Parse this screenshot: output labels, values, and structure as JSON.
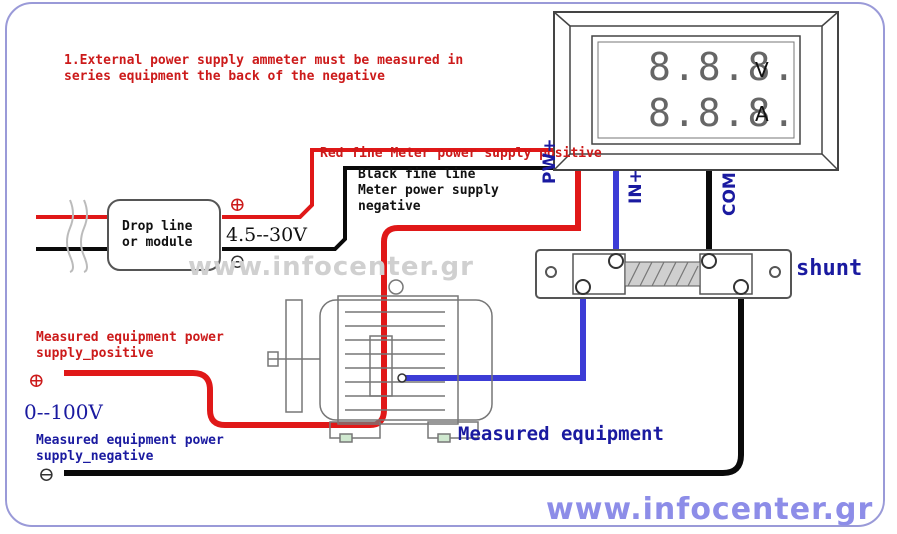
{
  "notes": {
    "instruction": "1.External power supply ammeter must be measured in\nseries equipment the back of the negative",
    "red_line": "Red fine Meter power supply positive",
    "black_line": "Black fine line\nMeter power supply\nnegative"
  },
  "module": {
    "label": "Drop line\nor module",
    "voltage": "4.5--30V",
    "plus_symbol": "⊕",
    "minus_symbol": "⊖"
  },
  "meter": {
    "digits_top": "8.8.8.",
    "digits_bottom": "8.8.8.",
    "unit_top": "V",
    "unit_bottom": "A",
    "pin_pw": "PW+",
    "pin_in": "IN+",
    "pin_com": "COM"
  },
  "shunt": {
    "label": "shunt"
  },
  "equipment": {
    "positive_label": "Measured equipment power\nsupply_positive",
    "negative_label": "Measured equipment power\nsupply_negative",
    "range": "0--100V",
    "name": "Measured equipment",
    "plus_symbol": "⊕",
    "minus_symbol": "⊖"
  },
  "watermark": "www.infocenter.gr",
  "site": "www.infocenter.gr",
  "colors": {
    "red_wire": "#e01818",
    "black_wire": "#0a0a0a",
    "blue_wire": "#3c3cd6",
    "frame": "#9a9ad8",
    "red_text": "#cc1a1a",
    "blue_text": "#1a1aa0"
  }
}
